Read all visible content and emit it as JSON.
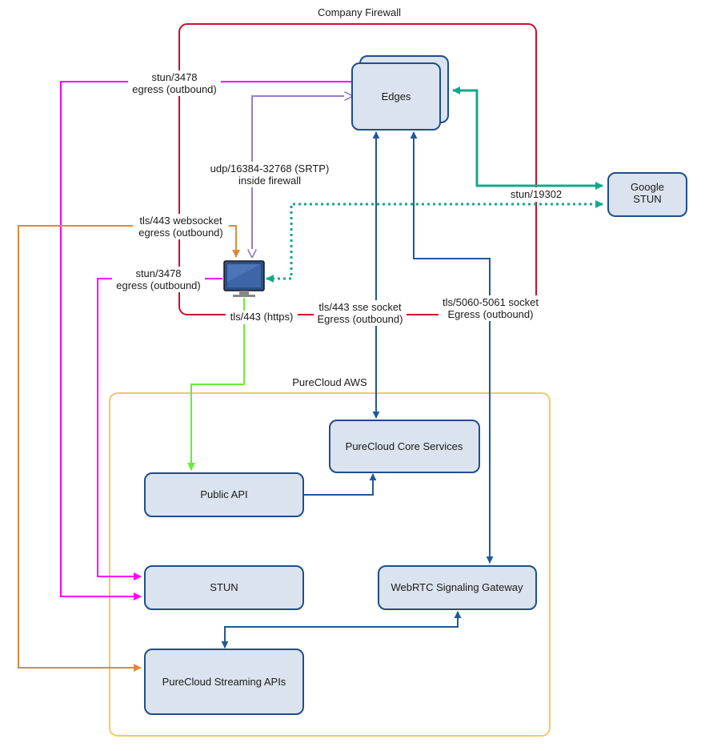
{
  "colors": {
    "firewall": "#c8102e",
    "aws": "#f5c862",
    "magenta": "#ff00ff",
    "orange": "#e0893a",
    "green": "#66ee33",
    "teal": "#14a88a",
    "purple": "#9580c8",
    "blue": "#1f5a96",
    "box_fill": "#dae3ee",
    "box_stroke": "#1f4e8c"
  },
  "groups": {
    "firewall": "Company Firewall",
    "aws": "PureCloud AWS"
  },
  "nodes": {
    "edges": "Edges",
    "google_stun": [
      "Google",
      "STUN"
    ],
    "core_services": "PureCloud Core Services",
    "public_api": "Public API",
    "stun": "STUN",
    "webrtc_gateway": "WebRTC Signaling Gateway",
    "streaming_apis": "PureCloud Streaming APIs"
  },
  "edge_labels": {
    "stun_3478_top": [
      "stun/3478",
      "egress (outbound)"
    ],
    "udp_srtp": [
      "udp/16384-32768 (SRTP)",
      "inside firewall"
    ],
    "stun_19302": "stun/19302",
    "tls_websocket": [
      "tls/443 websocket",
      "egress (outbound)"
    ],
    "stun_3478_mid": [
      "stun/3478",
      "egress (outbound)"
    ],
    "tls_https": "tls/443 (https)",
    "tls_sse": [
      "tls/443 sse socket",
      "Egress (outbound)"
    ],
    "tls_5060": [
      "tls/5060-5061 socket",
      "Egress (outbound)"
    ]
  },
  "icons": {
    "client": "desktop-monitor-icon"
  }
}
